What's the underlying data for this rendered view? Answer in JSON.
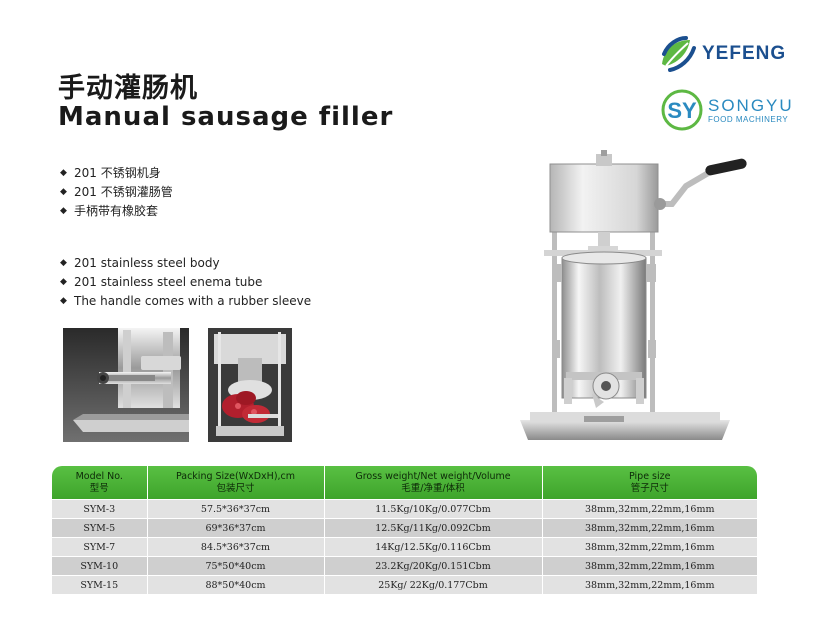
{
  "title": {
    "cn": "手动灌肠机",
    "en": "Manual sausage filler"
  },
  "features_cn": [
    "201 不锈钢机身",
    "201 不锈钢灌肠管",
    "手柄带有橡胶套"
  ],
  "features_en": [
    "201 stainless steel body",
    "201 stainless steel enema tube",
    "The handle comes with a rubber sleeve"
  ],
  "logos": {
    "yefeng": "YEFENG",
    "songyu_name": "SONGYU",
    "songyu_sub": "FOOD MACHINERY",
    "songyu_mark_letters": "SY"
  },
  "colors": {
    "table_header": "#4cb336",
    "yefeng_blue": "#1b4f8f",
    "yefeng_green": "#5db843",
    "songyu_blue": "#2a8ac0"
  },
  "table": {
    "headers": [
      {
        "en": "Model No.",
        "cn": "型号"
      },
      {
        "en": "Packing Size(WxDxH),cm",
        "cn": "包装尺寸"
      },
      {
        "en": "Gross weight/Net weight/Volume",
        "cn": "毛重/净重/体积"
      },
      {
        "en": "Pipe size",
        "cn": "管子尺寸"
      }
    ],
    "rows": [
      [
        "SYM-3",
        "57.5*36*37cm",
        "11.5Kg/10Kg/0.077Cbm",
        "38mm,32mm,22mm,16mm"
      ],
      [
        "SYM-5",
        "69*36*37cm",
        "12.5Kg/11Kg/0.092Cbm",
        "38mm,32mm,22mm,16mm"
      ],
      [
        "SYM-7",
        "84.5*36*37cm",
        "14Kg/12.5Kg/0.116Cbm",
        "38mm,32mm,22mm,16mm"
      ],
      [
        "SYM-10",
        "75*50*40cm",
        "23.2Kg/20Kg/0.151Cbm",
        "38mm,32mm,22mm,16mm"
      ],
      [
        "SYM-15",
        "88*50*40cm",
        "25Kg/ 22Kg/0.177Cbm",
        "38mm,32mm,22mm,16mm"
      ]
    ]
  }
}
